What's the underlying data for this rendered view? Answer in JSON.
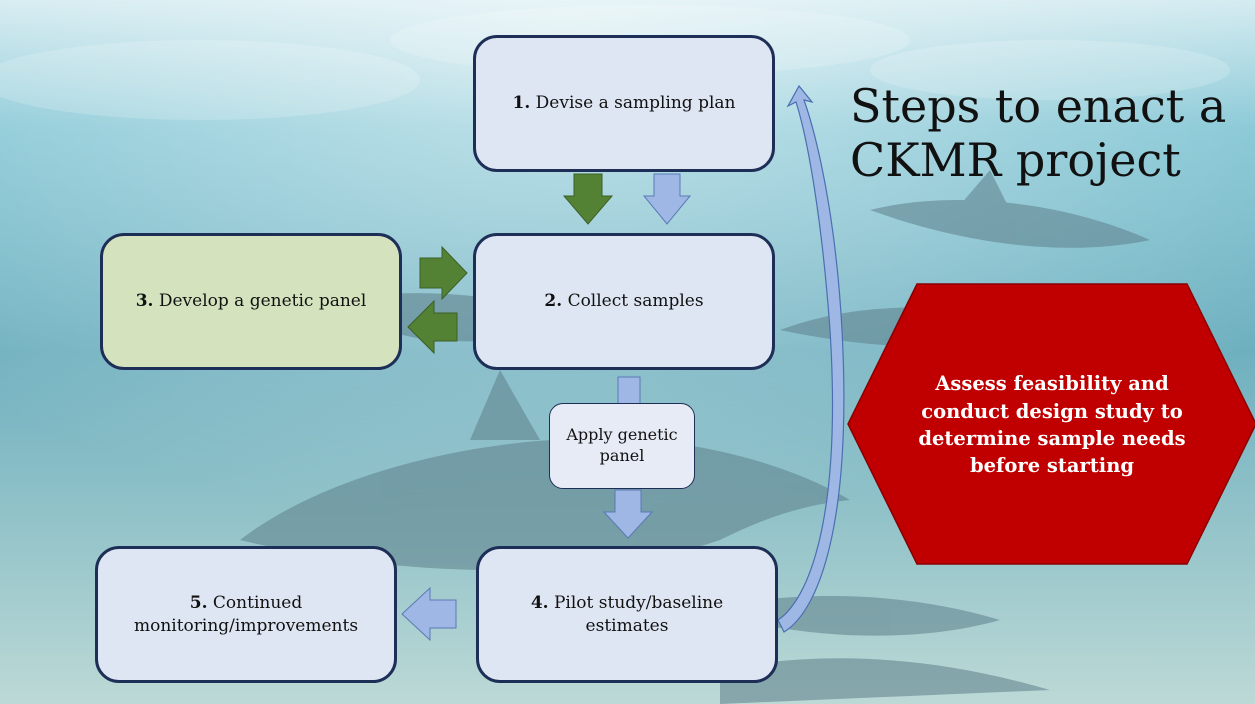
{
  "title": "Steps to enact a CKMR project",
  "steps": {
    "s1": {
      "num": "1.",
      "text": "Devise a sampling plan"
    },
    "s2": {
      "num": "2.",
      "text": "Collect samples"
    },
    "s3": {
      "num": "3.",
      "text": "Develop a genetic panel"
    },
    "s4": {
      "num": "4.",
      "text": "Pilot study/baseline estimates"
    },
    "s5": {
      "num": "5.",
      "text": "Continued monitoring/improvements"
    }
  },
  "apply_box": "Apply genetic panel",
  "hexagon_text": "Assess feasibility and conduct design study to determine sample needs before starting",
  "colors": {
    "box_fill": "#dfe6f3",
    "box_border": "#1e2f57",
    "green_box": "#d4e3be",
    "green_arrow": "#548235",
    "blue_arrow": "#9fb7e4",
    "hexagon": "#c00000"
  }
}
